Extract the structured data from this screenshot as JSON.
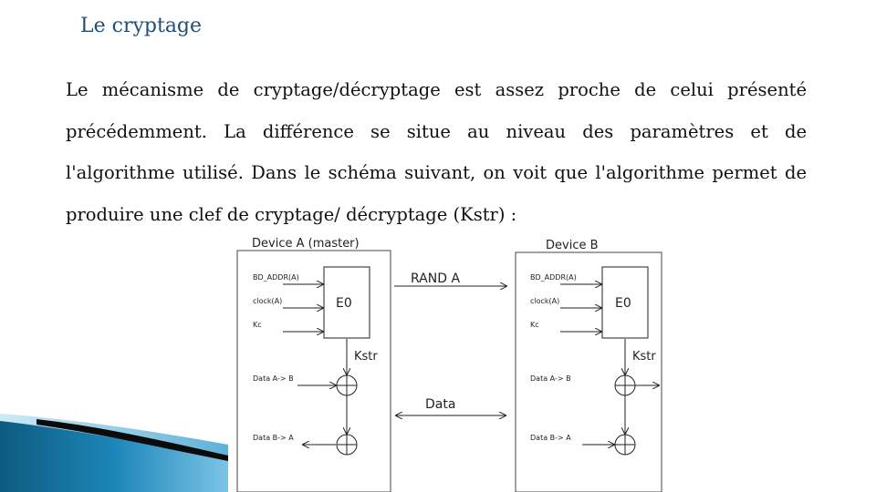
{
  "slide": {
    "title": "Le cryptage",
    "paragraph": "Le mécanisme de cryptage/décryptage est assez proche de celui présenté précédemment. La différence se situe au niveau des paramètres et de l'algorithme utilisé. Dans le schéma suivant, on voit que l'algorithme permet de produire une clef de cryptage/ décryptage (Kstr) :"
  },
  "diagram": {
    "device_a": {
      "title": "Device A (master)",
      "inputs": [
        "BD_ADDR(A)",
        "clock(A)",
        "Kc"
      ],
      "block": "E0",
      "key": "Kstr",
      "data_in": "Data A-> B",
      "data_out": "Data B-> A"
    },
    "device_b": {
      "title": "Device B",
      "inputs": [
        "BD_ADDR(A)",
        "clock(A)",
        "Kc"
      ],
      "block": "E0",
      "key": "Kstr",
      "data_out": "Data A-> B",
      "data_in": "Data B-> A"
    },
    "channel_rand": "RAND A",
    "channel_data": "Data"
  },
  "colors": {
    "title": "#1f4e79",
    "wave_dark": "#0d5b80",
    "wave_light": "#a9d8ee"
  }
}
